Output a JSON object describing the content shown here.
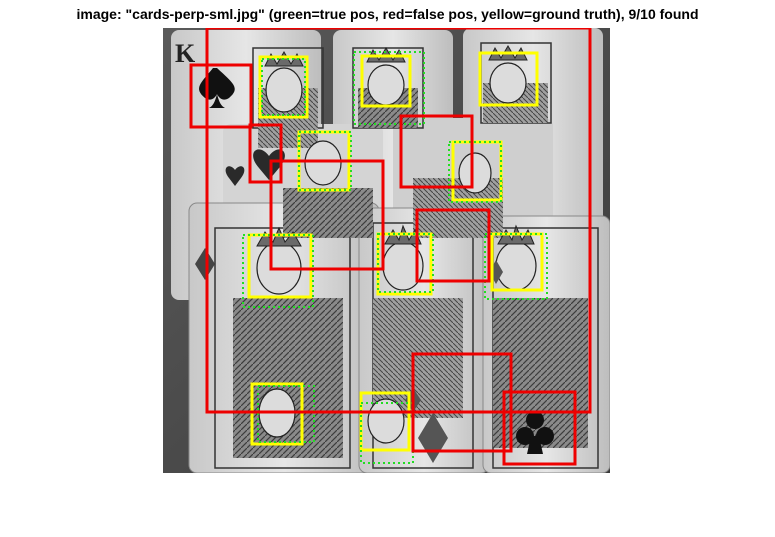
{
  "figure": {
    "title": "image: \"cards-perp-sml.jpg\" (green=true pos, red=false pos, yellow=ground truth), 9/10 found"
  },
  "legend_colors": {
    "true_positive": "#22dd22",
    "false_positive": "#ee0000",
    "ground_truth": "#ffff00"
  },
  "image": {
    "card_corner_letter": "K",
    "description_icon": "playing-cards-photo"
  }
}
